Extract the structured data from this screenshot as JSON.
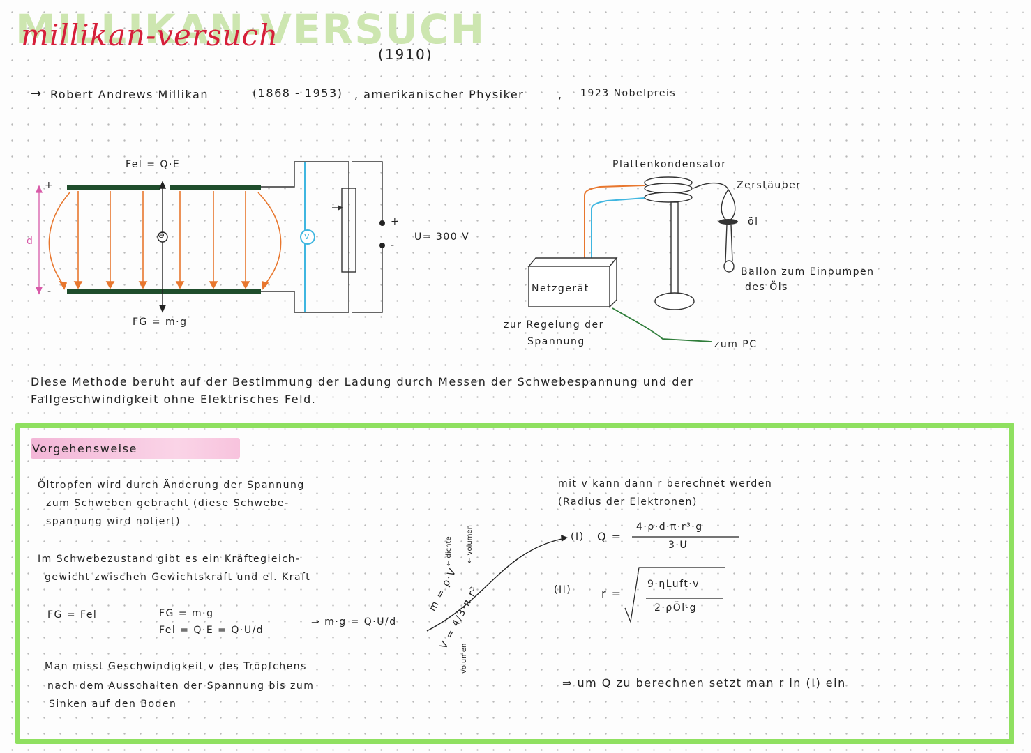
{
  "title": {
    "big": "MILLIKAN-VERSUCH",
    "script": "millikan-versuch",
    "year": "(1910)"
  },
  "intro": {
    "arrow": "→",
    "name": "Robert Andrews Millikan",
    "lifespan": "(1868 - 1953)",
    "role": ", amerikanischer Physiker",
    "sep": ",",
    "prize": "1923 Nobelpreis"
  },
  "circuit": {
    "f_el": "Fel = Q·E",
    "f_g": "FG = m·g",
    "d": "d",
    "plus_top": "+",
    "minus_bottom": "-",
    "charge": "⊖",
    "voltmeter": "V",
    "plus": "+",
    "minus": "-",
    "voltage": "U= 300 V"
  },
  "apparatus": {
    "capacitor": "Plattenkondensator",
    "atomizer": "Zerstäuber",
    "oil": "öl",
    "balloon_line1": "Ballon zum Einpumpen",
    "balloon_line2": "des Öls",
    "power_supply": "Netzgerät",
    "regulation_line1": "zur Regelung der",
    "regulation_line2": "Spannung",
    "to_pc": "zum PC"
  },
  "summary": {
    "line1": "Diese Methode beruht auf der Bestimmung der Ladung durch Messen der Schwebespannung und der",
    "line2": "Fallgeschwindigkeit ohne Elektrisches Feld."
  },
  "procedure": {
    "heading": "Vorgehensweise",
    "bullet1_line1": "Öltropfen wird durch Änderung der Spannung",
    "bullet1_line2": "zum Schweben gebracht (diese Schwebe-",
    "bullet1_line3": "spannung wird notiert)",
    "bullet2_line1": "Im Schwebezustand gibt es ein Kräftegleich-",
    "bullet2_line2": "gewicht zwischen Gewichtskraft und el. Kraft",
    "eq_balance": "FG = Fel",
    "eq_fg": "FG = m·g",
    "eq_fel": "Fel = Q·E = Q·U/d",
    "eq_result": "⇒ m·g = Q·U/d",
    "mass_formula": "m = ρ·V",
    "volume_formula": "V = 4/3·π·r³",
    "density_label": "← dichte",
    "volume_label": "← volumen",
    "volume_label2": "volumen",
    "measure_line1": "Man misst Geschwindigkeit v des Tröpfchens",
    "measure_line2": "nach dem Ausschalten der Spannung bis zum",
    "measure_line3": "Sinken auf den Boden",
    "radius_line1": "mit v kann dann r berechnet werden",
    "radius_line2": "(Radius der Elektronen)",
    "eq1_label": "(I)",
    "eq1_lhs": "Q =",
    "eq1_num": "4·ρ·d·π·r³·g",
    "eq1_den": "3·U",
    "eq2_label": "(II)",
    "eq2_lhs": "r =",
    "eq2_num": "9·ηLuft·v",
    "eq2_den": "2·ρÖl·g",
    "conclusion": "⇒ um Q zu berechnen setzt man r in (I) ein"
  },
  "colors": {
    "title_red": "#d61f3a",
    "title_green": "#cde6b0",
    "frame_green": "#8fe060",
    "heading_pink": "#f3b6d7",
    "field_orange": "#e8772e",
    "wire_blue": "#3fb6e0",
    "wire_green": "#2f7d3a",
    "d_magenta": "#d85aa8",
    "plate_green": "#1f4d2c"
  }
}
